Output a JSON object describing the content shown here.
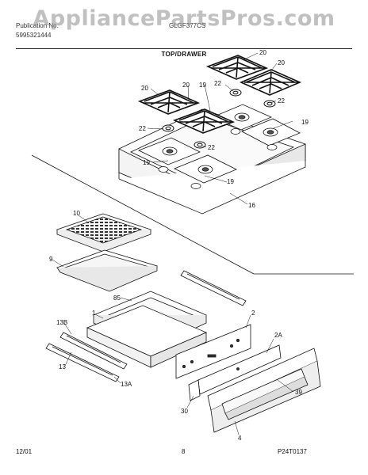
{
  "watermark": "AppliancePartsPros.com",
  "header": {
    "publication_label": "Publication No.",
    "publication_no": "5995321444",
    "model": "GLGF377CS",
    "section_title": "TOP/DRAWER"
  },
  "callouts": [
    {
      "id": "c20a",
      "text": "20"
    },
    {
      "id": "c20b",
      "text": "20"
    },
    {
      "id": "c20c",
      "text": "20"
    },
    {
      "id": "c20d",
      "text": "20"
    },
    {
      "id": "c19a",
      "text": "19"
    },
    {
      "id": "c22a",
      "text": "22"
    },
    {
      "id": "c22b",
      "text": "22"
    },
    {
      "id": "c22c",
      "text": "22"
    },
    {
      "id": "c22d",
      "text": "22"
    },
    {
      "id": "c19b",
      "text": "19"
    },
    {
      "id": "c19c",
      "text": "19"
    },
    {
      "id": "c19d",
      "text": "19"
    },
    {
      "id": "c16",
      "text": "16"
    },
    {
      "id": "c10",
      "text": "10"
    },
    {
      "id": "c9",
      "text": "9"
    },
    {
      "id": "c85",
      "text": "85"
    },
    {
      "id": "c1",
      "text": "1"
    },
    {
      "id": "c13B",
      "text": "13B"
    },
    {
      "id": "c2",
      "text": "2"
    },
    {
      "id": "c2A",
      "text": "2A"
    },
    {
      "id": "c13",
      "text": "13"
    },
    {
      "id": "c13A",
      "text": "13A"
    },
    {
      "id": "c39",
      "text": "39"
    },
    {
      "id": "c30",
      "text": "30"
    },
    {
      "id": "c4",
      "text": "4"
    }
  ],
  "footer": {
    "date": "12/01",
    "page": "8",
    "diagram_code": "P24T0137"
  }
}
